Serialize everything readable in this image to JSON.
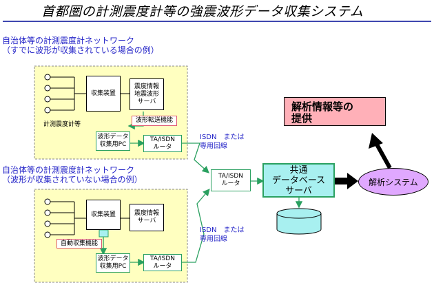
{
  "title": "首都圏の計測震度計等の強震波形データ収集システム",
  "section1": {
    "heading_line1": "自治体等の計測震度計ネットワーク",
    "heading_line2": "（すでに波形が収集されている場合の例）",
    "collector": "収集装置",
    "server_line1": "震度情報",
    "server_line2": "地震波形",
    "server_line3": "サーバ",
    "sensor_label": "計測震度計等",
    "function_label": "波形転送機能",
    "pc_line1": "波形データ",
    "pc_line2": "収集用PC",
    "router_line1": "TA/ISDN",
    "router_line2": "ルータ"
  },
  "section2": {
    "heading_line1": "自治体等の計測震度計ネットワーク",
    "heading_line2": "（波形が収集されていない場合の例）",
    "collector": "収集装置",
    "server_line1": "震度情報",
    "server_line2": "サーバ",
    "function_label": "自動収集機能",
    "pc_line1": "波形データ",
    "pc_line2": "収集用PC",
    "router_line1": "TA/ISDN",
    "router_line2": "ルータ"
  },
  "line_top": {
    "line1": "ISDN　または",
    "line2": "専用回線"
  },
  "line_bottom": {
    "line1": "ISDN　または",
    "line2": "専用回線"
  },
  "center_router": {
    "line1": "TA/ISDN",
    "line2": "ルータ"
  },
  "db_server": {
    "line1": "共通",
    "line2": "データベース",
    "line3": "サーバ"
  },
  "analysis_system": "解析システム",
  "output": {
    "line1": "解析情報等の",
    "line2": "提供"
  },
  "colors": {
    "yellow_bg": "#ffffc0",
    "green": "#2aa060",
    "cyan": "#a8f0f0",
    "pink": "#ffb0b8",
    "lavender": "#e0a8ff",
    "blue_text": "#2525c8"
  }
}
